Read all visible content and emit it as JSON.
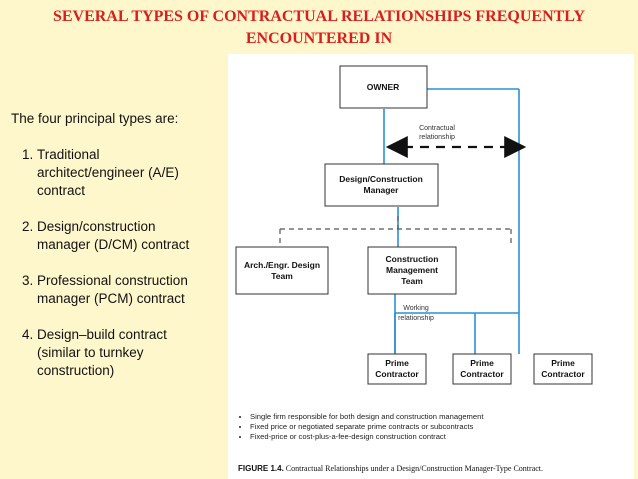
{
  "slide": {
    "title_line1": "SEVERAL TYPES OF CONTRACTUAL RELATIONSHIPS FREQUENTLY ENCOUNTERED IN",
    "title_line2": "CONSTRUCTION"
  },
  "left_text": {
    "intro": "The four principal types are:",
    "items": [
      "Traditional architect/engineer (A/E) contract",
      "Design/construction manager (D/CM) contract",
      "Professional construction manager (PCM) contract",
      "Design–build contract (similar to turnkey construction)"
    ]
  },
  "diagram": {
    "owner": "OWNER",
    "contractual_line1": "Contractual",
    "contractual_line2": "relationship",
    "dcm_line1": "Design/Construction",
    "dcm_line2": "Manager",
    "ae_line1": "Arch./Engr. Design",
    "ae_line2": "Team",
    "cmt_line1": "Construction",
    "cmt_line2": "Management",
    "cmt_line3": "Team",
    "working_line1": "Working",
    "working_line2": "relationship",
    "prime_line1": "Prime",
    "prime_line2": "Contractor",
    "notes": [
      "Single firm responsible for both design and construction management",
      "Fixed price or negotiated separate prime contracts or subcontracts",
      "Fixed-price or cost-plus-a-fee-design construction contract"
    ],
    "caption_label": "FIGURE 1.4.",
    "caption_text": "Contractual Relationships under a Design/Construction Manager-Type Contract."
  },
  "colors": {
    "title": "#d81e1e",
    "background": "#fff7cc",
    "line": "#2b8fd6"
  }
}
